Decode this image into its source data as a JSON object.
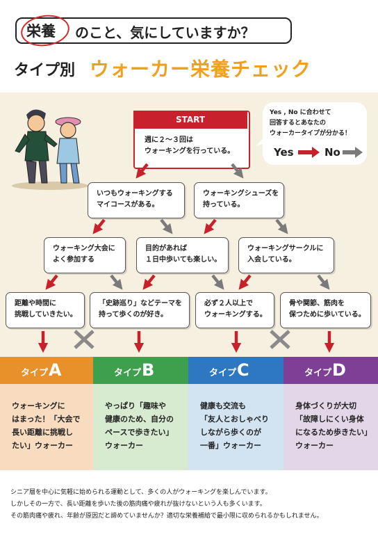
{
  "header": {
    "keyword": "栄養",
    "question_rest": "のこと、気にしていますか？",
    "title_main": "タイプ別",
    "title_accent": "ウォーカー栄養チェック"
  },
  "start": {
    "label": "START",
    "line1": "週に２〜３回は",
    "line2": "ウォーキングを行っている。"
  },
  "instructions": {
    "line1": "Yes , No に合わせて",
    "line2": "回答するとあなたの",
    "line3": "ウォーカータイプが分かる！",
    "yes": "Yes",
    "no": "No"
  },
  "questions": {
    "q2a": {
      "line1": "いつもウォーキングする",
      "line2": "マイコースがある。"
    },
    "q2b": {
      "line1": "ウォーキングシューズを",
      "line2": "持っている。"
    },
    "q3a": {
      "line1": "ウォーキング大会に",
      "line2": "よく参加する"
    },
    "q3b": {
      "line1": "目的があれば",
      "line2": "１日中歩いても楽しい。"
    },
    "q3c": {
      "line1": "ウォーキングサークルに",
      "line2": "入会している。"
    },
    "q4a": {
      "line1": "距離や時間に",
      "line2": "挑戦していきたい。"
    },
    "q4b": {
      "line1": "「史跡巡り」などテーマを",
      "line2": "持って歩くのが好き。"
    },
    "q4c": {
      "line1": "必ず２人以上で",
      "line2": "ウォーキングする。"
    },
    "q4d": {
      "line1": "骨や関節、筋肉を",
      "line2": "保つために歩いている。"
    }
  },
  "types": [
    {
      "label": "タイプ",
      "letter": "A",
      "lines": [
        "ウォーキングに",
        "はまった！「大会で",
        "長い距離に挑戦し",
        "たい」ウォーカー"
      ]
    },
    {
      "label": "タイプ",
      "letter": "B",
      "lines": [
        "やっぱり「趣味や",
        "健康のため、自分の",
        "ペースで歩きたい」",
        "ウォーカー"
      ]
    },
    {
      "label": "タイプ",
      "letter": "C",
      "lines": [
        "健康も交流も",
        "「友人とおしゃべり",
        "しながら歩くのが",
        "一番」ウォーカー"
      ]
    },
    {
      "label": "タイプ",
      "letter": "D",
      "lines": [
        "身体づくりが大切",
        "「故障しにくい身体",
        "になるため歩きたい」",
        "ウォーカー"
      ]
    }
  ],
  "colors": {
    "red": "#c8212b",
    "gray": "#7a7a7a",
    "orange": "#f0a020",
    "typeA": "#e8902a",
    "typeB": "#3e9f4c",
    "typeC": "#2e78c2",
    "typeD": "#7f3f97",
    "typeA_bg": "#f9dcc0",
    "typeB_bg": "#d6ebd0",
    "typeC_bg": "#d2e3f2",
    "typeD_bg": "#e2d7e8"
  },
  "footer": {
    "line1": "シニア層を中心に気軽に始められる運動として、多くの人がウォーキングを楽しんでいます。",
    "line2": "しかしその一方で、長い距離を歩いた後の筋肉痛や疲れが抜けないという人も多くいます。",
    "line3": "その筋肉痛や疲れ、年齢が原因だと諦めていませんか？適切な栄養補給で最小限に収められるかもしれません。"
  }
}
